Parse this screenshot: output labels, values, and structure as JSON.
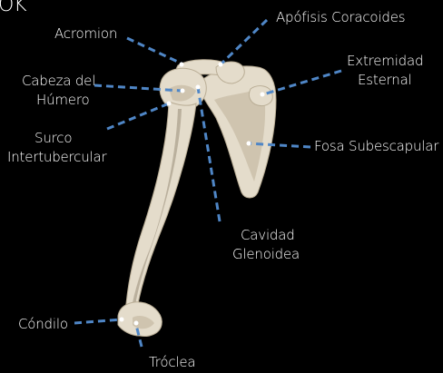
{
  "corner_text": "OK",
  "labels": {
    "acromion": "Acromion",
    "coracoides": "Apófisis Coracoides",
    "extremidad_1": "Extremidad",
    "extremidad_2": "Esternal",
    "cabeza_1": "Cabeza del",
    "cabeza_2": "Húmero",
    "surco_1": "Surco",
    "surco_2": "Intertubercular",
    "fosa": "Fosa Subescapular",
    "cavidad_1": "Cavidad",
    "cavidad_2": "Glenoidea",
    "condilo": "Cóndilo",
    "troclea": "Tróclea"
  },
  "colors": {
    "background": "#000000",
    "leader": "#4f86c6",
    "bone": "#e4dccb",
    "text": "#ffffff"
  }
}
